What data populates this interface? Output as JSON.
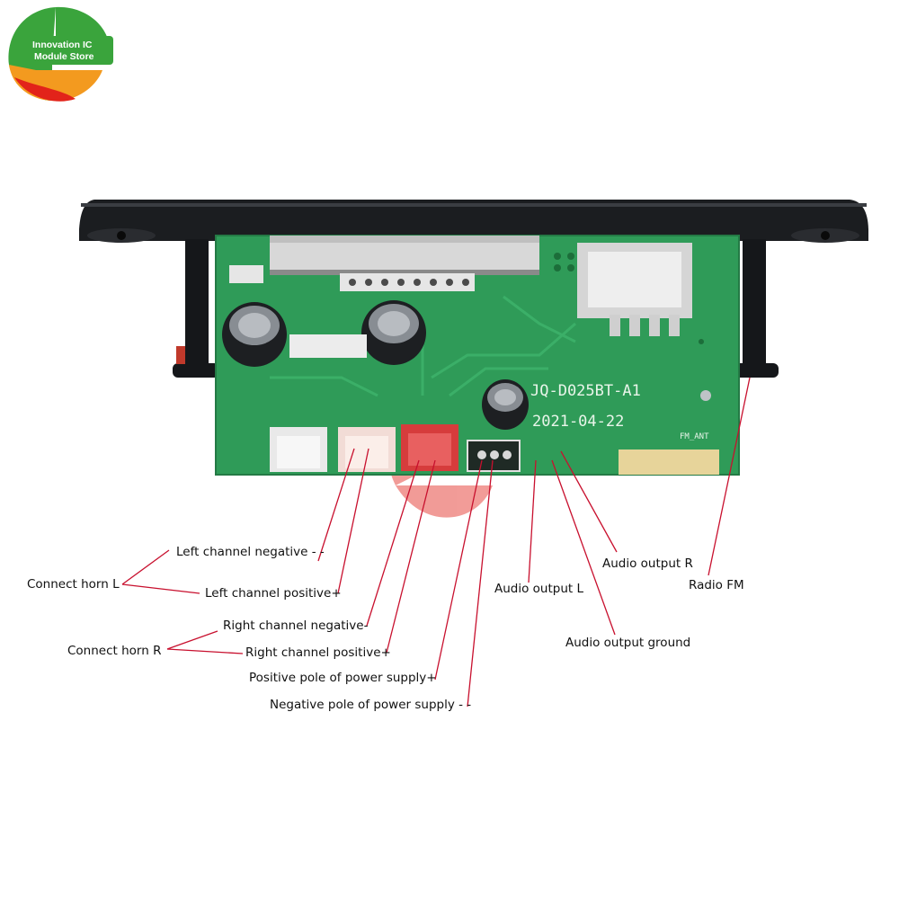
{
  "brand": {
    "line1": "Innovation IC",
    "line2": "Module Store",
    "colors": {
      "green": "#3aa43c",
      "orange": "#f39a1f",
      "red": "#e2231a"
    }
  },
  "board": {
    "model": "JQ-D025BT-A1",
    "date": "2021-04-22",
    "fm_ant": "FM_ANT",
    "pcb_color": "#2f9b58",
    "bezel_color": "#1b1d20"
  },
  "labels": {
    "left_neg": "Left channel negative - -",
    "left_pos": "Left channel positive+",
    "horn_l": "Connect horn L",
    "right_neg": "Right channel negative-",
    "right_pos": "Right channel positive+",
    "horn_r": "Connect horn R",
    "power_pos": "Positive pole of power supply+",
    "power_neg": "Negative pole of power supply - -",
    "audio_l": "Audio output L",
    "audio_r": "Audio output R",
    "audio_gnd": "Audio output ground",
    "radio_fm": "Radio FM"
  },
  "leader_color": "#c8102e"
}
